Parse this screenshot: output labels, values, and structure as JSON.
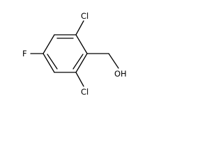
{
  "molecule": {
    "atoms": {
      "cl_top": "Cl",
      "cl_bottom": "Cl",
      "f": "F",
      "oh": "OH"
    },
    "colors": {
      "bond": "#000000",
      "text": "#000000",
      "background": "#ffffff"
    }
  }
}
